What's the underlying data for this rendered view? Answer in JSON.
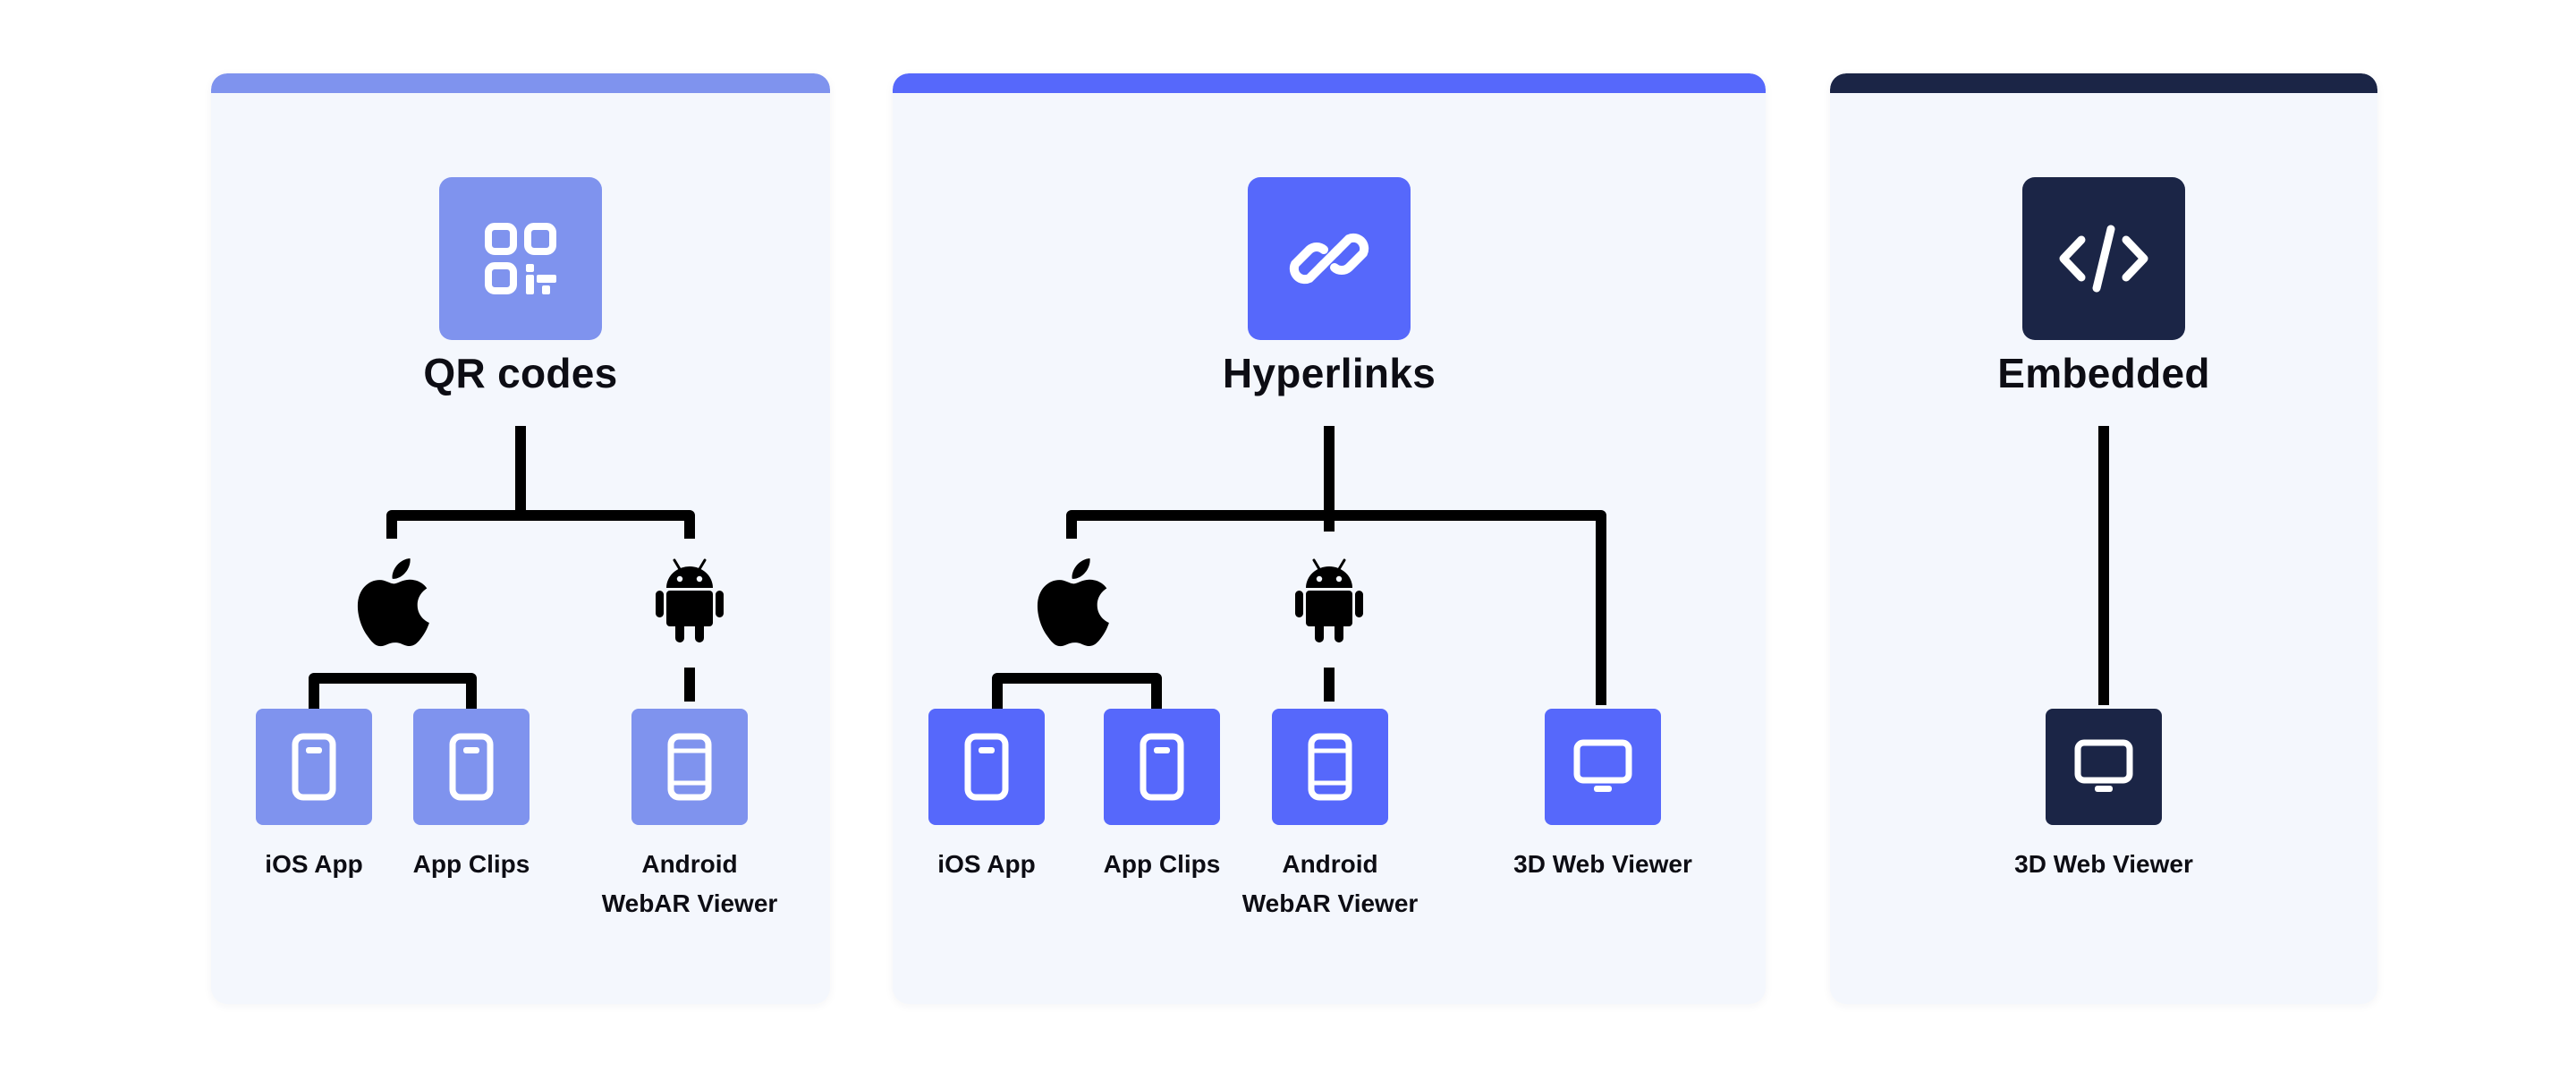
{
  "colors": {
    "qr": "#7f93ee",
    "hyper": "#5668fb",
    "embed": "#1b2546"
  },
  "cards": [
    {
      "heading": "QR codes",
      "icon": "qr-code-icon",
      "targets": [
        {
          "label": "iOS App",
          "icon": "phone-icon"
        },
        {
          "label": "App Clips",
          "icon": "phone-icon"
        },
        {
          "label_line1": "Android",
          "label_line2": "WebAR Viewer",
          "icon": "phone-icon"
        }
      ],
      "platforms": [
        "apple-icon",
        "android-icon"
      ]
    },
    {
      "heading": "Hyperlinks",
      "icon": "link-icon",
      "targets": [
        {
          "label": "iOS App",
          "icon": "phone-icon"
        },
        {
          "label": "App Clips",
          "icon": "phone-icon"
        },
        {
          "label_line1": "Android",
          "label_line2": "WebAR Viewer",
          "icon": "phone-icon"
        },
        {
          "label": "3D Web Viewer",
          "icon": "monitor-icon"
        }
      ],
      "platforms": [
        "apple-icon",
        "android-icon"
      ]
    },
    {
      "heading": "Embedded",
      "icon": "code-icon",
      "targets": [
        {
          "label": "3D Web Viewer",
          "icon": "monitor-icon"
        }
      ],
      "platforms": []
    }
  ]
}
